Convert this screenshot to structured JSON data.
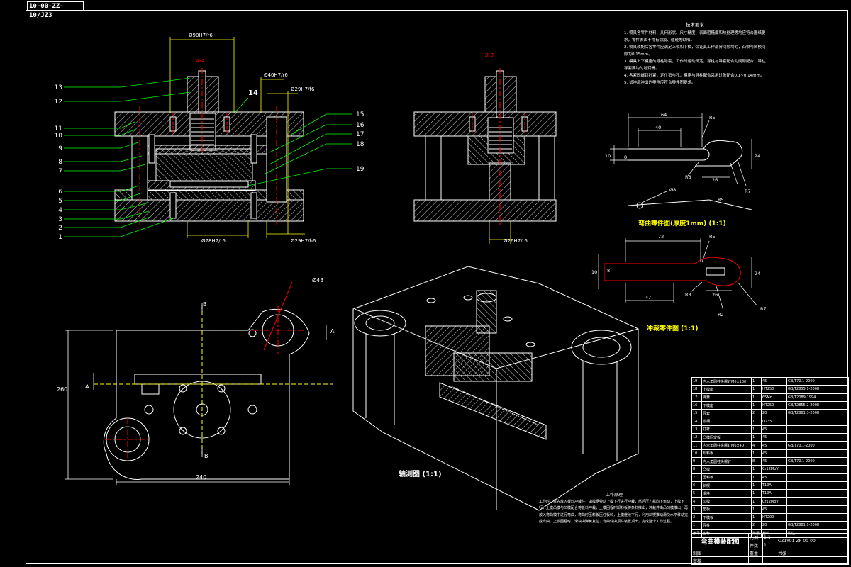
{
  "drawing_code": "10-00-ZZ-10/JZ3",
  "views": {
    "section_a_label": "A-A",
    "section_b_label": "B-B",
    "axonometric_caption": "轴测图  (1:1)",
    "bent_part_caption": "弯曲零件图(厚度1mm)  (1:1)",
    "blank_part_caption": "冲裁零件图  (1:1)"
  },
  "dims": {
    "top_width": "Ø90H7/r6",
    "mid_width": "Ø40H7/r6",
    "right_guide": "Ø29H7/f6",
    "bottom_width": "Ø78H7/r6",
    "bottom_right": "Ø29H7/h6",
    "b_bottom": "Ø26H7/r6",
    "plan_height": "260",
    "plan_width": "240",
    "plan_hole": "Ø43",
    "plan_a": "A",
    "plan_b": "B",
    "bent_64": "64",
    "bent_40": "40",
    "bent_r5": "R5",
    "bent_10": "10",
    "bent_8": "8",
    "bent_r3": "R3",
    "bent_26": "26",
    "bent_24": "24",
    "bent_r7": "R7",
    "bent_phi8": "Ø8",
    "blank_72": "72",
    "blank_r5": "R5",
    "blank_10": "10",
    "blank_8": "8",
    "blank_24": "24",
    "blank_47": "47",
    "blank_r3": "R3",
    "blank_26": "26",
    "blank_r2": "R2",
    "blank_r7": "R7"
  },
  "callouts_left": [
    "13",
    "12",
    "11",
    "10",
    "9",
    "8",
    "7",
    "6",
    "5",
    "4",
    "3",
    "2",
    "1"
  ],
  "callout_14": "14",
  "callouts_right": [
    "15",
    "16",
    "17",
    "18",
    "19"
  ],
  "tech_requirements": {
    "title": "技术要求",
    "items": [
      "1. 模具各零件材料、几何形状、尺寸精度、表面粗糙度和热处理等均应符合图纸要求，零件表面不得有划痕、磕碰等缺陷。",
      "2. 模具装配后各零件应满足上模和下模，保证其工作部分间隙均匀，凸模与凹模间隙为0.15mm。",
      "3. 模具上下模座的导柱导套，工作时运动灵活，导柱与导套配合为间隙配合，导柱导套要均匀地润滑。",
      "4. 各紧固螺钉拧紧，定位销与孔，模座与导柱配合采用过盈配合0.1~0.14mm。",
      "5. 试冲后冲出的零件应符合零件图要求。"
    ]
  },
  "work_principle": {
    "title": "工作原理",
    "text": "工作时，首先放入板料冲裁件，由模柄带动上模下行进行冲裁，然后压力机向下运动，上模下行，上模凸模与凹模配合将板料冲裁，上模回程时卸料板将条料推出，冲裁件由凸凹模推出，再放入弯曲模中进行弯曲，弯曲时压料板压住板料，上模继续下行，利用斜楔推动滑块水平移动完成弯曲，上模回程时，滑块由弹簧复位，弯曲件由顶件装置顶出，完成整个工作过程。"
  },
  "bom": [
    [
      "19",
      "内六角圆柱头螺钉M6×100",
      "1",
      "45",
      "GB/T70.1-2000",
      ""
    ],
    [
      "18",
      "上模座",
      "1",
      "HT250",
      "GB/T2855.1-2008",
      ""
    ],
    [
      "17",
      "弹簧",
      "1",
      "65Mn",
      "GB/T2089-1994",
      ""
    ],
    [
      "16",
      "下模座",
      "1",
      "HT250",
      "GB/T2855.2-2008",
      ""
    ],
    [
      "15",
      "导套",
      "2",
      "20",
      "GB/T2861.3-2008",
      ""
    ],
    [
      "14",
      "模柄",
      "1",
      "Q235",
      "",
      ""
    ],
    [
      "13",
      "打杆",
      "1",
      "45",
      "",
      ""
    ],
    [
      "12",
      "凸模固定板",
      "1",
      "45",
      "",
      ""
    ],
    [
      "11",
      "内六角圆柱头螺钉M6×40",
      "4",
      "45",
      "GB/T70.1-2000",
      ""
    ],
    [
      "10",
      "卸料板",
      "1",
      "45",
      "",
      ""
    ],
    [
      "9",
      "内六角圆柱头螺钉",
      "8",
      "45",
      "GB/T70.1-2000",
      ""
    ],
    [
      "8",
      "凸模",
      "1",
      "Cr12MoV",
      "",
      ""
    ],
    [
      "7",
      "压料板",
      "1",
      "45",
      "",
      ""
    ],
    [
      "6",
      "斜楔",
      "1",
      "T10A",
      "",
      ""
    ],
    [
      "5",
      "滑块",
      "1",
      "T10A",
      "",
      ""
    ],
    [
      "4",
      "凹模",
      "1",
      "Cr12MoV",
      "",
      ""
    ],
    [
      "3",
      "垫板",
      "1",
      "45",
      "",
      ""
    ],
    [
      "2",
      "下模板",
      "1",
      "HT200",
      "",
      ""
    ],
    [
      "1",
      "导柱",
      "2",
      "20",
      "GB/T2861.1-2008",
      ""
    ]
  ],
  "bom_header": [
    "序号",
    "名称",
    "数量",
    "材料",
    "附注",
    ""
  ],
  "title_block": {
    "scale_label": "比例",
    "scale_value": "1:1",
    "qty_label": "件数",
    "qty_value": "1",
    "drawing_number": "CZ1Y01-ZF-00-00",
    "name": "弯曲模装配图",
    "designer_label": "制图",
    "checker_label": "审核",
    "weight_label": "重量",
    "sheet_label": "共张"
  },
  "colors": {
    "line": "#ffffff",
    "centerline": "#ff0000",
    "dimension": "#ffff00",
    "leader": "#00ff00",
    "hatch": "#ffffff",
    "red_part": "#ff0000"
  }
}
